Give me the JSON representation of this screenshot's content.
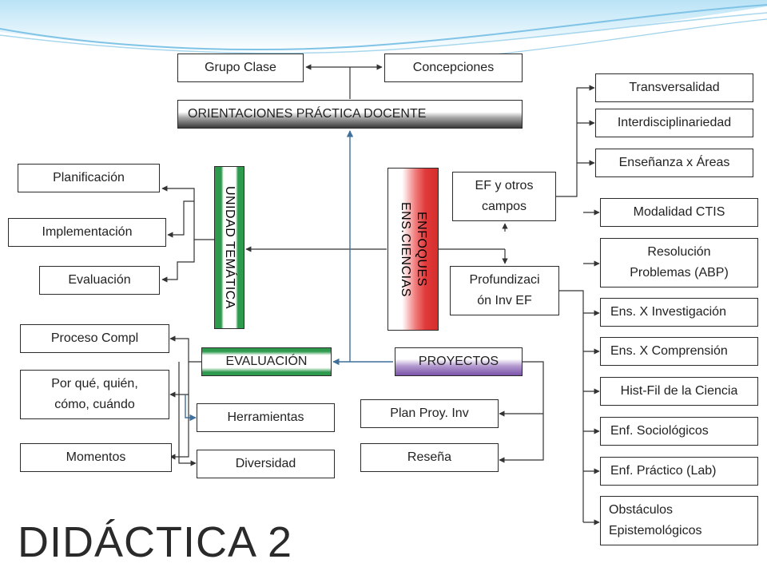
{
  "title": "DIDÁCTICA 2",
  "top": {
    "grupo_clase": "Grupo Clase",
    "concepciones": "Concepciones",
    "orientaciones": "ORIENTACIONES  PRÁCTICA DOCENTE"
  },
  "unidad": {
    "label": "UNIDAD TEMÁTICA",
    "items": [
      "Planificación",
      "Implementación",
      "Evaluación"
    ]
  },
  "enfoques": {
    "label_line1": "ENFOQUES",
    "label_line2": "ENS.CIENCIAS"
  },
  "ef_otros": {
    "line1": "EF y otros",
    "line2": "campos"
  },
  "profundizacion": {
    "line1": "Profundizaci",
    "line2": "ón Inv EF"
  },
  "ef_branches": [
    "Transversalidad",
    "Interdisciplinariedad",
    "Enseñanza  x Áreas"
  ],
  "prof_branches": {
    "modalidad": "Modalidad CTIS",
    "resolucion_1": "Resolución",
    "resolucion_2": "Problemas (ABP)",
    "investigacion": "Ens. X Investigación",
    "comprension": "Ens. X  Comprensión",
    "hist_fil": "Hist-Fil de la Ciencia",
    "sociologicos": "Enf. Sociológicos",
    "practico": "Enf. Práctico (Lab)",
    "obstaculos_1": "Obstáculos",
    "obstaculos_2": "Epistemológicos"
  },
  "evaluacion": {
    "label": "EVALUACIÓN",
    "proceso": "Proceso  Compl",
    "porque_1": "Por qué, quién,",
    "porque_2": "cómo, cuándo",
    "momentos": "Momentos",
    "herramientas": "Herramientas",
    "diversidad": "Diversidad"
  },
  "proyectos": {
    "label": "PROYECTOS",
    "plan": "Plan Proy. Inv",
    "resena": "Reseña"
  },
  "colors": {
    "header_wave": "#7fc3e6",
    "spine": "#3f6f9a",
    "orientaciones_bar": "#3a3a3a",
    "unidad_bar": "#2e9a4e",
    "enfoques_bar": "#e03a3a",
    "evaluacion_bar": "#2e9a4e",
    "proyectos_bar": "#7a52a8"
  }
}
